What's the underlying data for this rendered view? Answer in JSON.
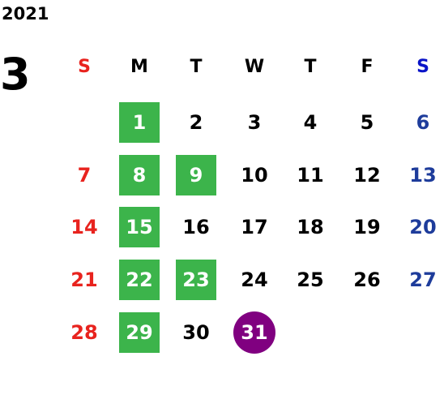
{
  "calendar": {
    "year": "2021",
    "month": "3",
    "weekdays": [
      {
        "label": "S",
        "color": "#e8231e"
      },
      {
        "label": "M",
        "color": "#000000"
      },
      {
        "label": "T",
        "color": "#000000"
      },
      {
        "label": "W",
        "color": "#000000"
      },
      {
        "label": "T",
        "color": "#000000"
      },
      {
        "label": "F",
        "color": "#000000"
      },
      {
        "label": "S",
        "color": "#0a14c8"
      }
    ],
    "start_weekday": 1,
    "days_in_month": 31,
    "colors": {
      "sunday": "#e8231e",
      "saturday": "#1e3c9b",
      "weekday": "#000000",
      "highlight_green": "#3cb44b",
      "highlight_purple": "#800080",
      "highlight_text": "#ffffff"
    },
    "highlighted_green": [
      1,
      8,
      9,
      15,
      22,
      23,
      29
    ],
    "highlighted_purple": [
      31
    ]
  }
}
